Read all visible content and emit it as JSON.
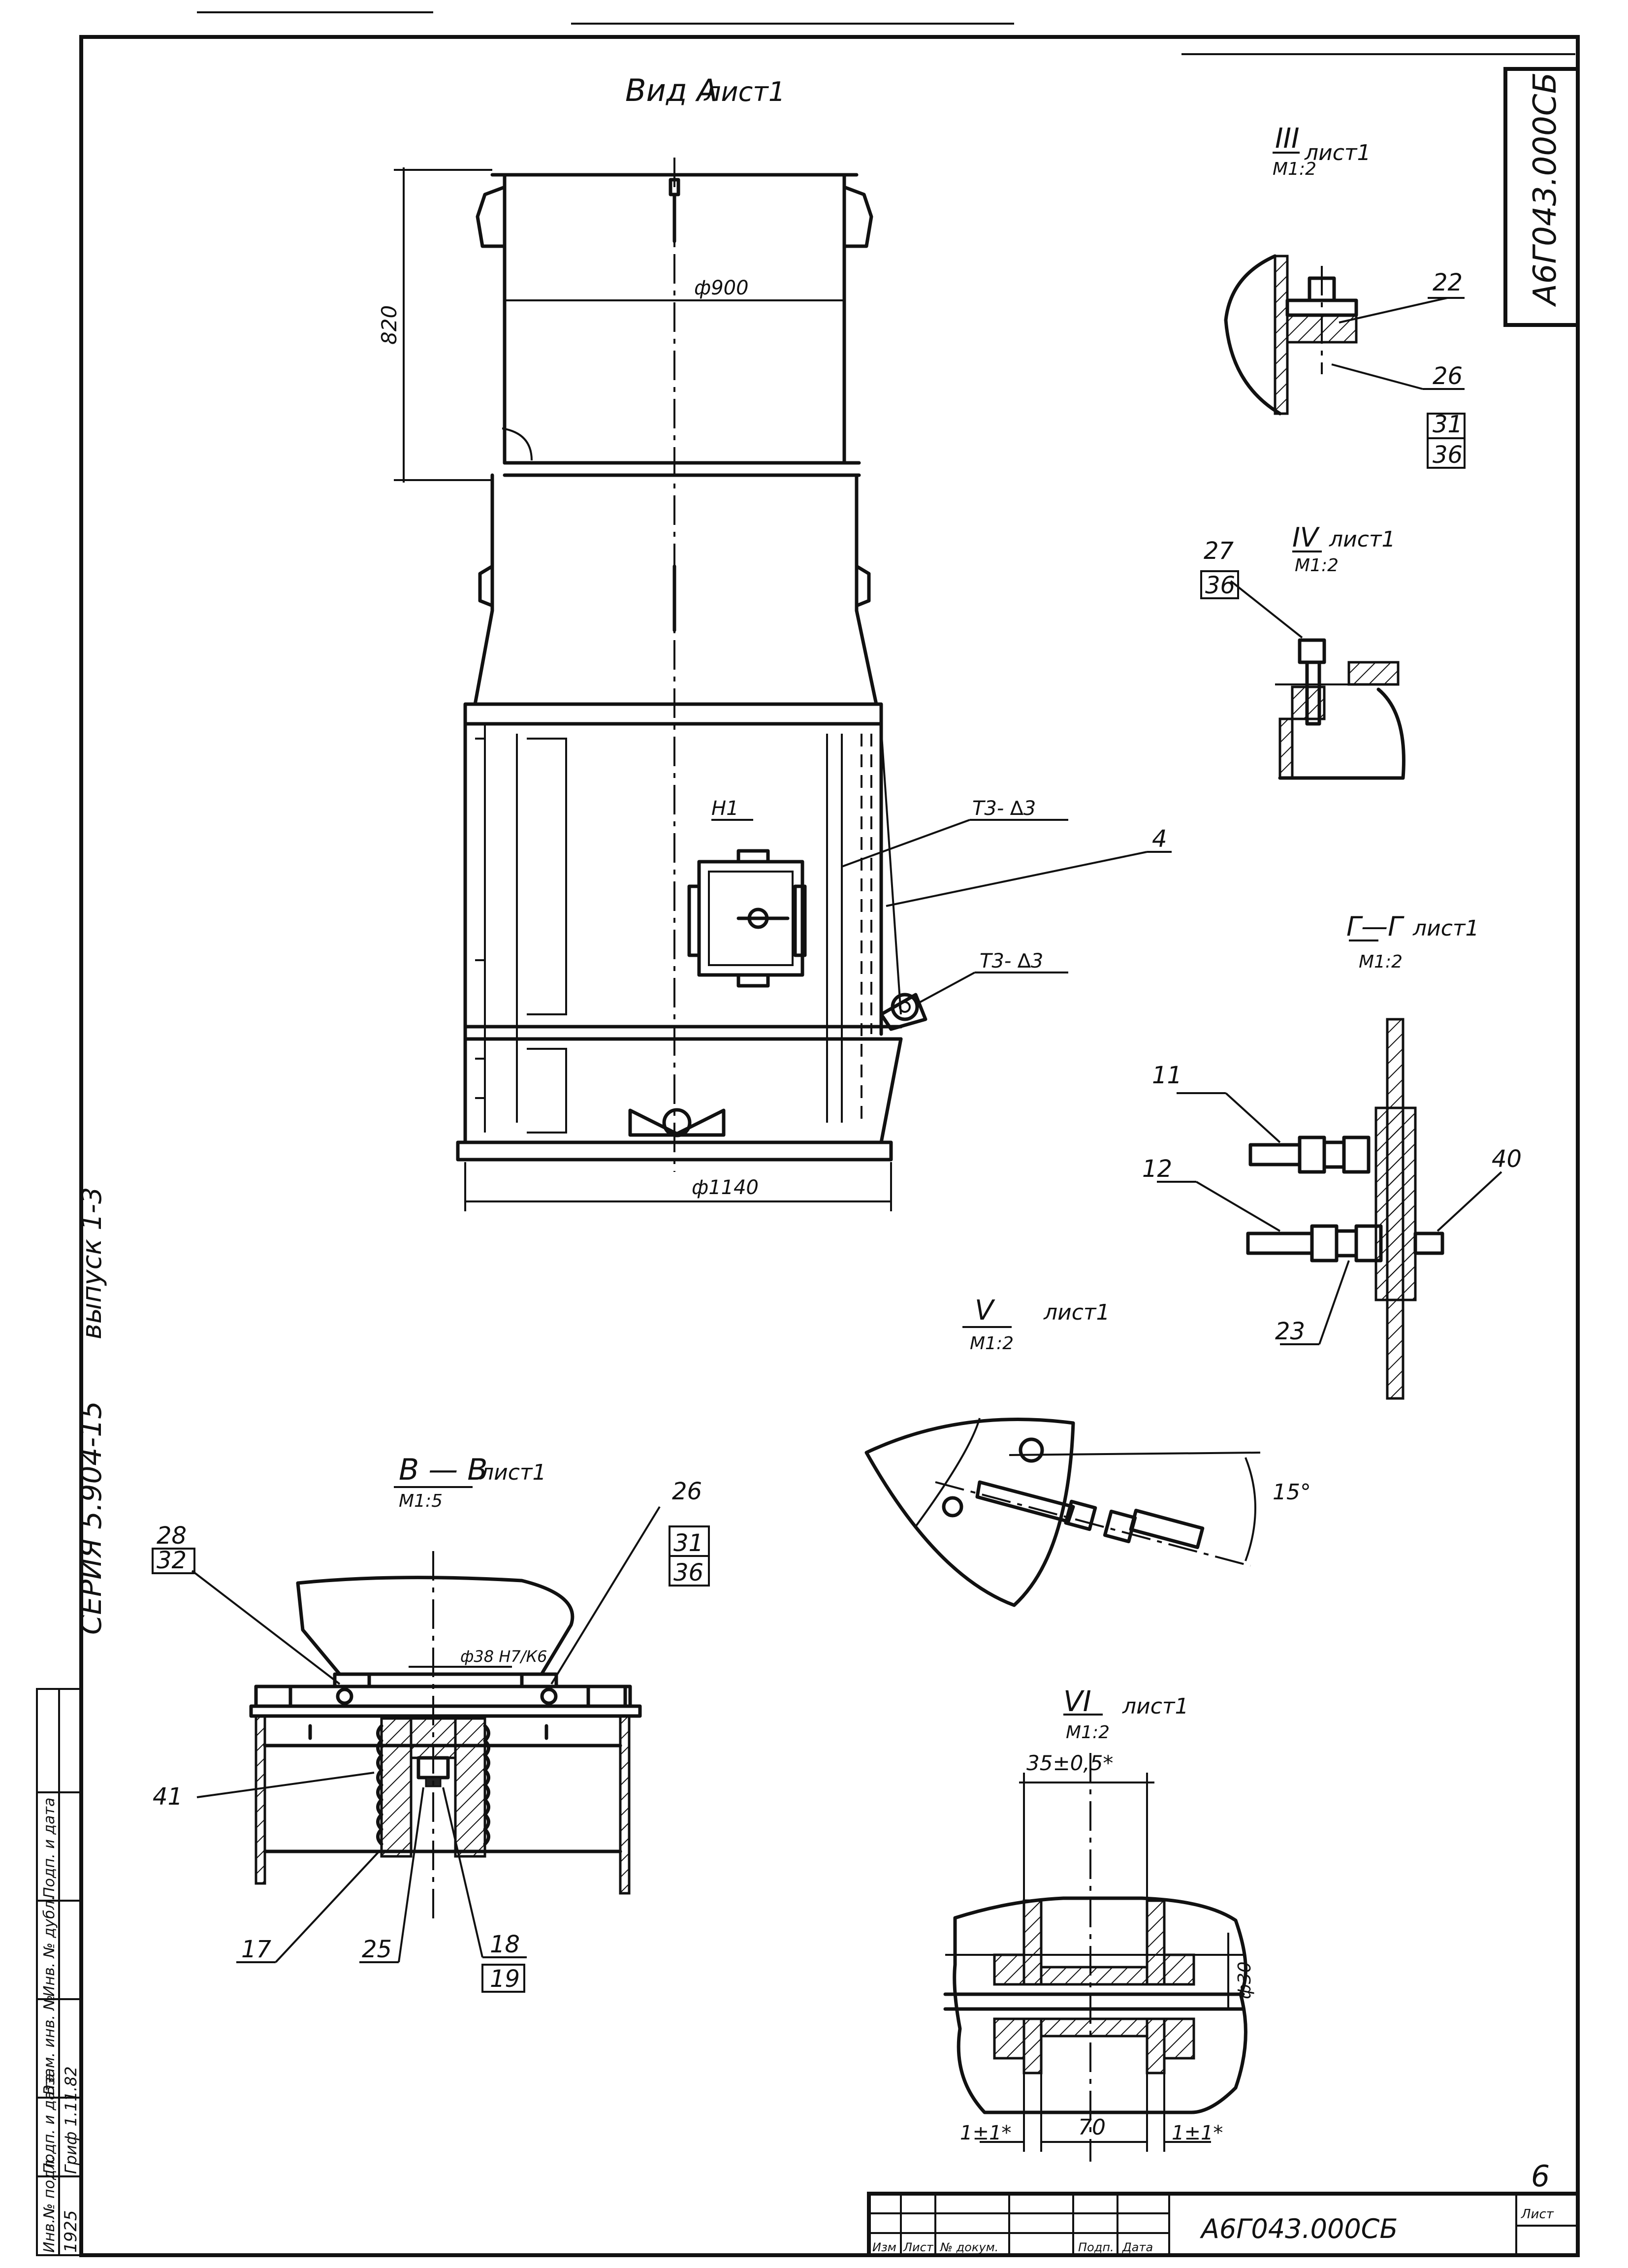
{
  "sheet": {
    "designation_vertical": "А6Г043.000СБ",
    "designation_stamp": "А6Г043.000СБ",
    "series": "СЕРИЯ  5.904-15",
    "issue": "выпуск 1-3",
    "sheet_number": "6",
    "sheet_label": "Лист",
    "stamp_cols": [
      "Изм",
      "Лист",
      "№ докум.",
      "Подп.",
      "Дата"
    ],
    "side_stamp": {
      "inv_podl_label": "Инв.№ подл.",
      "inv_podl_value": "1925",
      "podp_data_label": "Подп. и дата",
      "podp_data_value": "Гриф 1.11.82",
      "vzam_label": "Взам. инв. №",
      "inv_dubl_label": "Инв. № дубл.",
      "podp_data2_label": "Подп. и дата"
    }
  },
  "view_a": {
    "title": "Вид А",
    "sheet_ref": "лист1",
    "dim_height": "820",
    "dim_top_dia": "ф900",
    "dim_bottom_dia": "ф1140",
    "weld1": "Т3-  ∆3",
    "weld2": "Т3-  ∆3",
    "h1_label": "Н1",
    "callout": "4"
  },
  "view_iii": {
    "title": "III",
    "sheet_ref": "лист1",
    "scale": "М1:2",
    "callouts": [
      "22",
      "26",
      "31",
      "36"
    ]
  },
  "view_iv": {
    "title": "IV",
    "sheet_ref": "лист1",
    "scale": "М1:2",
    "callouts": [
      "27",
      "36"
    ]
  },
  "view_gg": {
    "title": "Г—Г",
    "sheet_ref": "лист1",
    "scale": "М1:2",
    "callouts": [
      "11",
      "12",
      "40",
      "23"
    ]
  },
  "view_v": {
    "title": "V",
    "sheet_ref": "лист1",
    "scale": "М1:2",
    "angle": "15°"
  },
  "view_bb": {
    "title": "В — В",
    "sheet_ref": "лист1",
    "scale": "М1:5",
    "fit": "ф38 Н7/К6",
    "callouts_left": [
      "28",
      "32",
      "41"
    ],
    "callouts_right": [
      "26",
      "31",
      "36"
    ],
    "callouts_bottom": [
      "17",
      "25",
      "18",
      "19"
    ]
  },
  "view_vi": {
    "title": "VI",
    "sheet_ref": "лист1",
    "scale": "М1:2",
    "dim_top": "35±0,5*",
    "dim_dia": "ф30",
    "dim_bottom": "70",
    "dim_left": "1±1*",
    "dim_right": "1±1*"
  }
}
